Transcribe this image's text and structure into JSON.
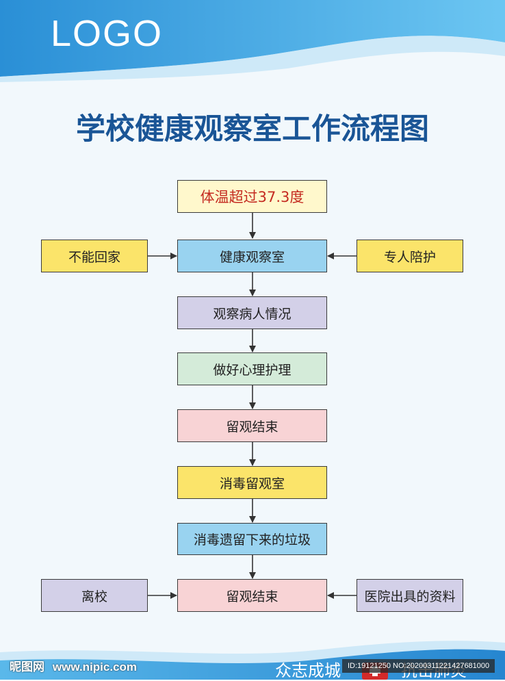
{
  "header": {
    "logo": "LOGO",
    "title": "学校健康观察室工作流程图"
  },
  "flow": {
    "step_fever": "体温超过37.3度",
    "step_observation_room": "健康观察室",
    "side_cannot_go_home": "不能回家",
    "side_dedicated_escort": "专人陪护",
    "step_observe_condition": "观察病人情况",
    "step_psych_care": "做好心理护理",
    "step_end_observation_1": "留观结束",
    "step_disinfect_room": "消毒留观室",
    "step_disinfect_waste": "消毒遗留下来的垃圾",
    "step_end_observation_2": "留观结束",
    "side_leave_school": "离校",
    "side_hospital_docs": "医院出具的资料"
  },
  "footer": {
    "site_logo": "昵图网",
    "site_url": "www.nipic.com",
    "slogan_left": "众志成城",
    "slogan_right": "抗击肺炎",
    "watermark": "ID:19121250 NO:20200311221427681000"
  },
  "colors": {
    "title": "#1a5596",
    "fever_box": "#fff8cc",
    "blue_box": "#99d3f0",
    "purple_box": "#d3d0e8",
    "green_box": "#d4ebd9",
    "pink_box": "#f8d3d5",
    "yellow_box": "#fbe46a",
    "red_text": "#c42a20"
  }
}
